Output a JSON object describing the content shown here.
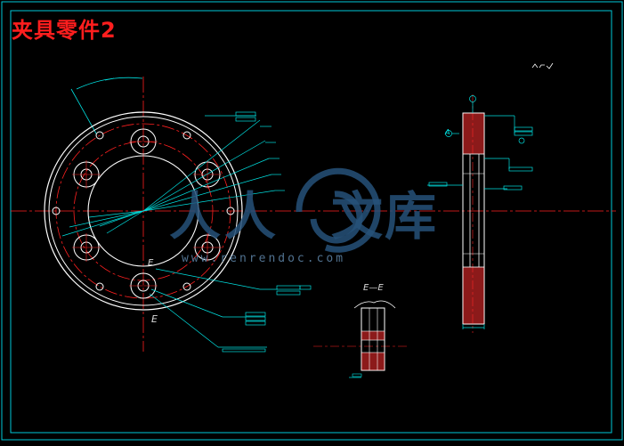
{
  "drawing": {
    "title": "夹具零件2",
    "section_label": "E—E",
    "section_marker_upper": "E",
    "section_marker_lower": "E",
    "datum_marker": "A"
  },
  "watermark": {
    "chars": [
      "人",
      "人",
      "文",
      "库"
    ],
    "url": "www.renrendoc.com"
  },
  "colors": {
    "background": "#000000",
    "frame": "#00c8d8",
    "geometry": "#ffffff",
    "centerline": "#ff2020",
    "leader": "#00e0e0",
    "hatch": "#ff3030",
    "title": "#ff1e1e"
  }
}
